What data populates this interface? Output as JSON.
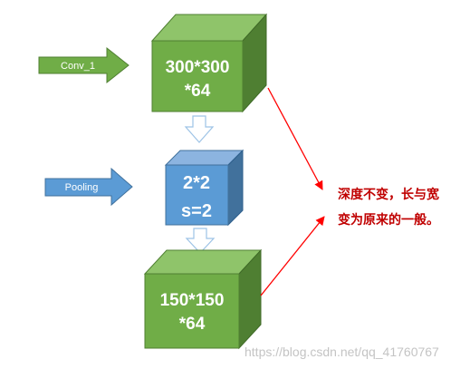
{
  "arrows": {
    "conv": {
      "label": "Conv_1",
      "color": "#70ad47"
    },
    "pooling": {
      "label": "Pooling",
      "color": "#5b9bd5"
    }
  },
  "cubes": {
    "input": {
      "line1": "300*300",
      "line2": "*64",
      "color": "#70ad47"
    },
    "pool": {
      "line1": "2*2",
      "line2": "s=2",
      "color": "#5b9bd5"
    },
    "output": {
      "line1": "150*150",
      "line2": "*64",
      "color": "#70ad47"
    }
  },
  "note": {
    "line1": "深度不变，长与宽",
    "line2": "变为原来的一般。",
    "color": "#c00000"
  },
  "watermark": "https://blog.csdn.net/qq_41760767"
}
